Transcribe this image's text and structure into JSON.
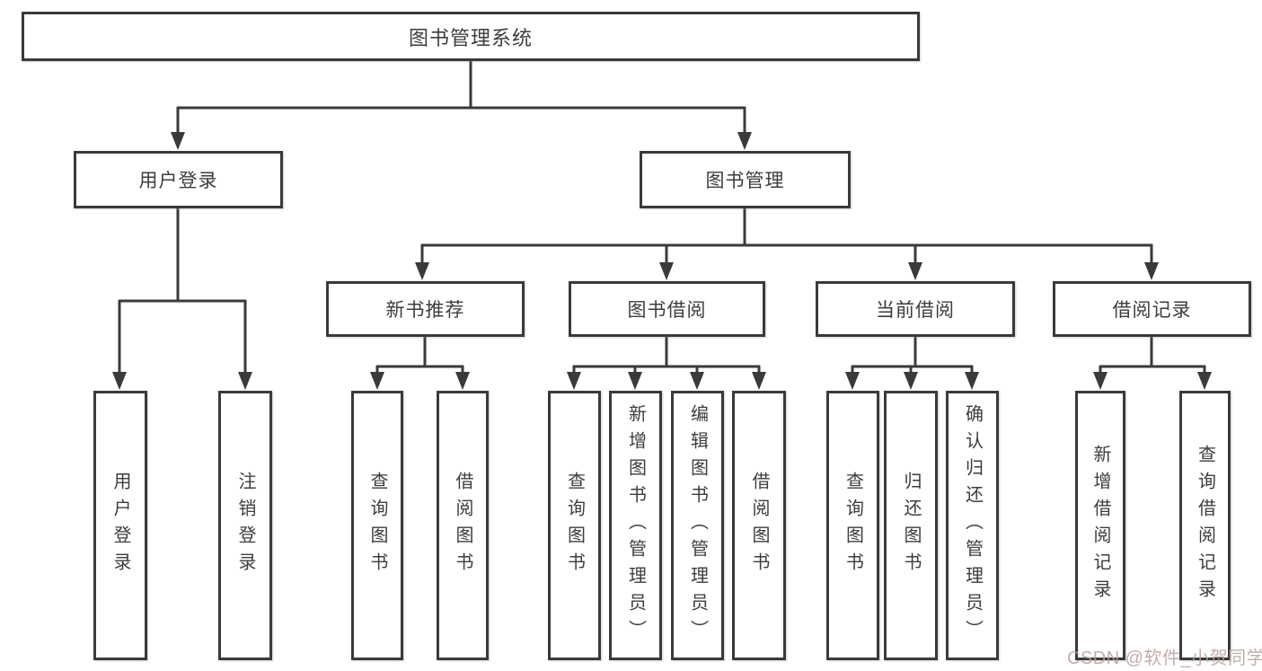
{
  "diagram": {
    "root": {
      "label": "图书管理系统"
    },
    "level2": {
      "user_login": {
        "label": "用户登录"
      },
      "book_mgmt": {
        "label": "图书管理"
      }
    },
    "level3": {
      "new_book": {
        "label": "新书推荐"
      },
      "book_borrow": {
        "label": "图书借阅"
      },
      "current_borrow": {
        "label": "当前借阅"
      },
      "borrow_records": {
        "label": "借阅记录"
      }
    },
    "leaves": {
      "user_login": {
        "label": "用户登录"
      },
      "logout": {
        "label": "注销登录"
      },
      "query_book_1": {
        "label": "查询图书"
      },
      "borrow_book_1": {
        "label": "借阅图书"
      },
      "query_book_2": {
        "label": "查询图书"
      },
      "add_book": {
        "label": "新增图书（管理员）"
      },
      "edit_book": {
        "label": "编辑图书（管理员）"
      },
      "borrow_book_2": {
        "label": "借阅图书"
      },
      "query_book_3": {
        "label": "查询图书"
      },
      "return_book": {
        "label": "归还图书"
      },
      "confirm_return": {
        "label": "确认归还（管理员）"
      },
      "add_record": {
        "label": "新增借阅记录"
      },
      "query_record": {
        "label": "查询借阅记录"
      }
    }
  },
  "watermark": {
    "text": "CSDN @软件_小贺同学"
  },
  "colors": {
    "line": "#3a3a3a",
    "text": "#3d3d3d",
    "background": "#ffffff",
    "watermark": "#bb9e9e"
  }
}
